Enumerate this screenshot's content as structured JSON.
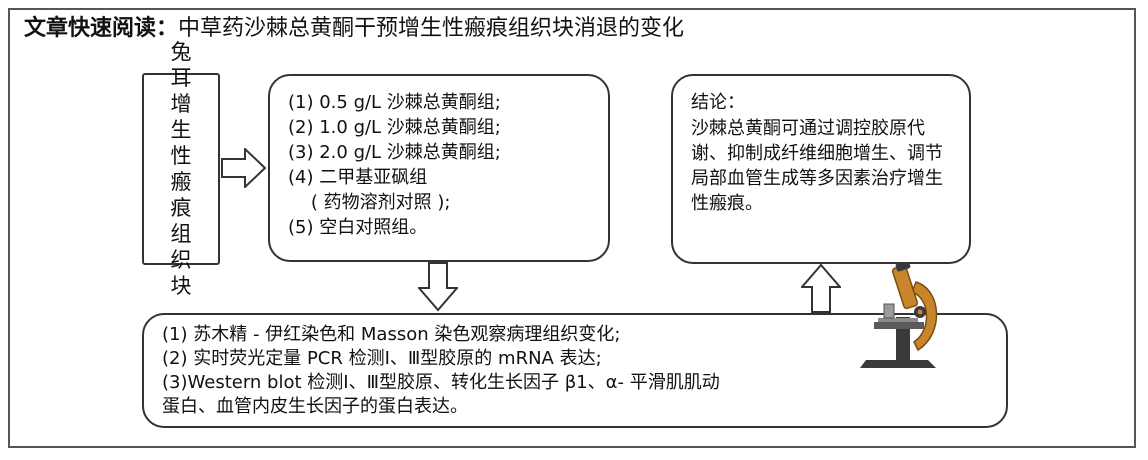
{
  "header": {
    "lead": "文章快速阅读：",
    "title": "中草药沙棘总黄酮干预增生性瘢痕组织块消退的变化"
  },
  "sample": {
    "label": "兔耳增生性瘢痕组织块"
  },
  "groups": {
    "lines": [
      "(1) 0.5 g/L 沙棘总黄酮组;",
      "(2) 1.0 g/L 沙棘总黄酮组;",
      "(3) 2.0 g/L 沙棘总黄酮组;",
      "(4) 二甲基亚砜组",
      "    ( 药物溶剂对照 );",
      "(5) 空白对照组。"
    ]
  },
  "conclusion": {
    "title": "结论：",
    "body": "沙棘总黄酮可通过调控胶原代谢、抑制成纤维细胞增生、调节局部血管生成等多因素治疗增生性瘢痕。"
  },
  "methods": {
    "lines": [
      "(1) 苏木精 - 伊红染色和 Masson 染色观察病理组织变化;",
      "(2) 实时荧光定量 PCR 检测Ⅰ、Ⅲ型胶原的 mRNA 表达;",
      "(3)Western blot 检测Ⅰ、Ⅲ型胶原、转化生长因子 β1、α- 平滑肌肌动",
      "蛋白、血管内皮生长因子的蛋白表达。"
    ]
  },
  "icons": {
    "microscope": "microscope-icon",
    "arrows": [
      "arrow-right-icon",
      "arrow-down-icon",
      "arrow-up-icon"
    ]
  },
  "colors": {
    "border": "#333333",
    "microscope_body": "#c8862a",
    "microscope_dark": "#3a3a3a"
  }
}
